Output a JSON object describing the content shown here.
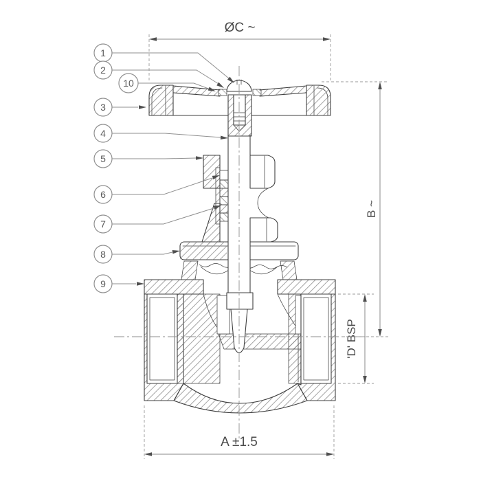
{
  "drawing": {
    "type": "sectioned technical drawing of a BSP threaded gate valve",
    "colors": {
      "background": "#ffffff",
      "line": "#3f3f3f",
      "annotation": "#8f8f8f",
      "text": "#4a4a4a"
    },
    "dimensions": {
      "top_diameter": "ØC ~",
      "height": "B ~",
      "port_thread": "'D' BSP",
      "face_to_face": "A ±1.5"
    },
    "callouts": [
      {
        "number": "1"
      },
      {
        "number": "2"
      },
      {
        "number": "10"
      },
      {
        "number": "3"
      },
      {
        "number": "4"
      },
      {
        "number": "5"
      },
      {
        "number": "6"
      },
      {
        "number": "7"
      },
      {
        "number": "8"
      },
      {
        "number": "9"
      }
    ]
  }
}
